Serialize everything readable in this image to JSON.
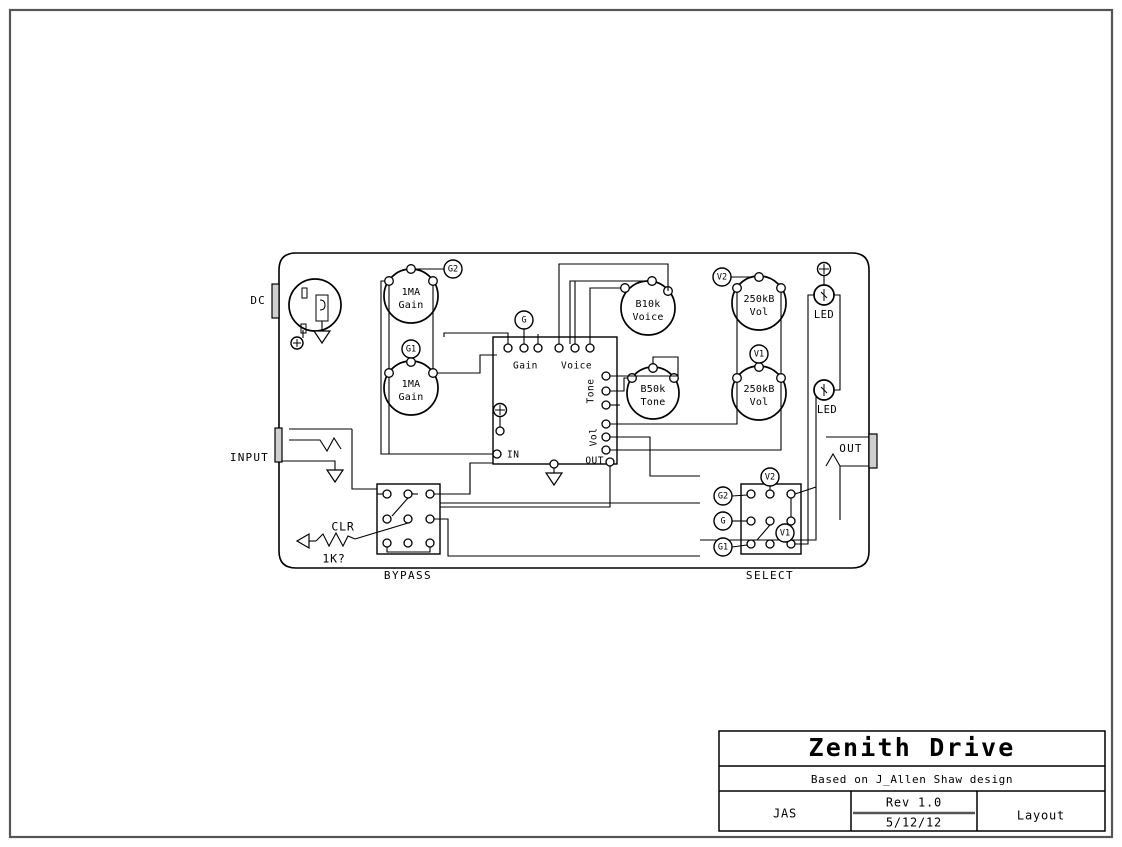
{
  "document": {
    "title": "Zenith Drive",
    "subtitle": "Based on  J_Allen Shaw design",
    "author": "JAS",
    "revision": "Rev 1.0",
    "date": "5/12/12",
    "sheet_type": "Layout"
  },
  "jacks": {
    "dc_label": "DC",
    "input_label": "INPUT",
    "output_label": "OUT"
  },
  "indicators": {
    "led_top": "LED",
    "led_bottom": "LED"
  },
  "pots": [
    {
      "id": "gain-upper",
      "value": "1MA",
      "name": "Gain"
    },
    {
      "id": "gain-lower",
      "value": "1MA",
      "name": "Gain"
    },
    {
      "id": "voice",
      "value": "B10k",
      "name": "Voice"
    },
    {
      "id": "tone",
      "value": "B50k",
      "name": "Tone"
    },
    {
      "id": "vol-upper",
      "value": "250kB",
      "name": "Vol"
    },
    {
      "id": "vol-lower",
      "value": "250kB",
      "name": "Vol"
    }
  ],
  "net_bubbles": [
    {
      "id": "g2-top",
      "label": "G2"
    },
    {
      "id": "g1-mid",
      "label": "G1"
    },
    {
      "id": "g-board",
      "label": "G"
    },
    {
      "id": "v2-vol",
      "label": "V2"
    },
    {
      "id": "v1-vol",
      "label": "V1"
    },
    {
      "id": "v2-select",
      "label": "V2"
    },
    {
      "id": "v1-select",
      "label": "V1"
    },
    {
      "id": "g2-select",
      "label": "G2"
    },
    {
      "id": "g-select",
      "label": "G"
    },
    {
      "id": "g1-select",
      "label": "G1"
    }
  ],
  "board": {
    "pin_groups": [
      "Gain",
      "Voice",
      "Tone",
      "Vol"
    ],
    "pin_in": "IN",
    "pin_out": "OUT",
    "power_symbol": "+"
  },
  "switches": [
    {
      "id": "bypass",
      "label": "BYPASS"
    },
    {
      "id": "select",
      "label": "SELECT"
    }
  ],
  "resistor": {
    "ref": "CLR",
    "value": "1K?"
  },
  "power_symbols": {
    "dc_plus": "+",
    "board_plus": "+",
    "led_plus": "+"
  },
  "colors": {
    "ink": "#000000",
    "frame": "#555555",
    "paper": "#ffffff",
    "jack_fill": "#cfcfcf"
  }
}
